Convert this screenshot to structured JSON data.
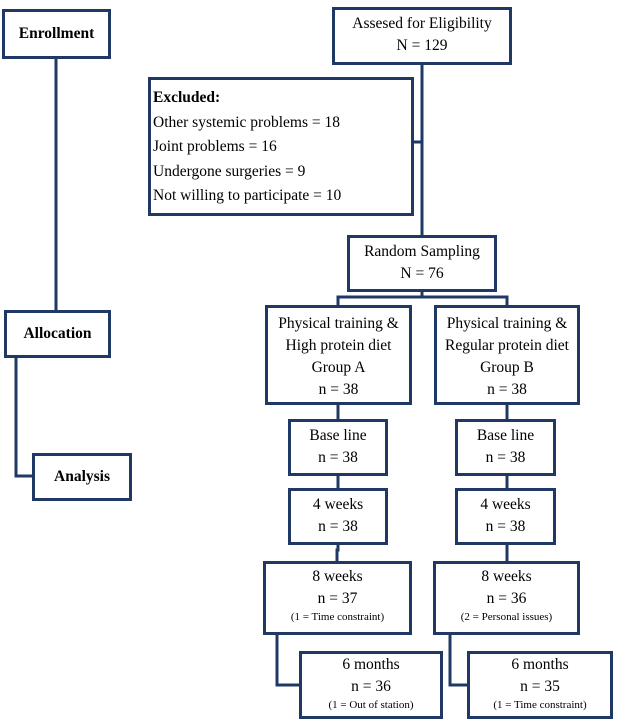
{
  "stages": {
    "enrollment": "Enrollment",
    "allocation": "Allocation",
    "analysis": "Analysis"
  },
  "assessed": {
    "line1": "Assesed for Eligibility",
    "line2": "N = 129"
  },
  "excluded": {
    "title": "Excluded:",
    "items": [
      "Other systemic problems = 18",
      "Joint problems = 16",
      "Undergone surgeries = 9",
      "Not willing to participate = 10"
    ]
  },
  "random": {
    "line1": "Random Sampling",
    "line2": "N = 76"
  },
  "group_a": {
    "alloc": {
      "line1": "Physical training &",
      "line2": "High protein diet",
      "line3": "Group A",
      "line4": "n = 38"
    },
    "baseline": {
      "line1": "Base line",
      "line2": "n = 38"
    },
    "week4": {
      "line1": "4 weeks",
      "line2": "n = 38"
    },
    "week8": {
      "line1": "8 weeks",
      "line2": "n = 37",
      "note": "(1 = Time constraint)"
    },
    "month6": {
      "line1": "6 months",
      "line2": "n = 36",
      "note": "(1 = Out of station)"
    }
  },
  "group_b": {
    "alloc": {
      "line1": "Physical training &",
      "line2": "Regular protein diet",
      "line3": "Group B",
      "line4": "n = 38"
    },
    "baseline": {
      "line1": "Base line",
      "line2": "n = 38"
    },
    "week4": {
      "line1": "4 weeks",
      "line2": "n = 38"
    },
    "week8": {
      "line1": "8 weeks",
      "line2": "n = 36",
      "note": "(2 = Personal issues)"
    },
    "month6": {
      "line1": "6 months",
      "line2": "n = 35",
      "note": "(1 = Time constraint)"
    }
  },
  "colors": {
    "line": "#1f3864",
    "border": "#1f3864"
  }
}
